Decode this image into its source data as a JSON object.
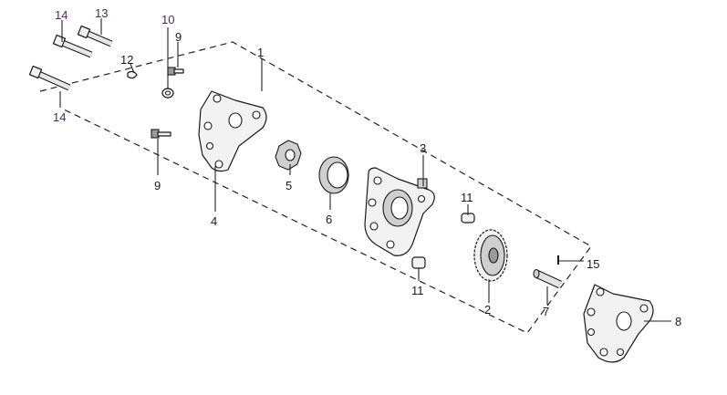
{
  "callouts": {
    "c1": "1",
    "c2": "2",
    "c3": "3",
    "c4": "4",
    "c5": "5",
    "c6": "6",
    "c7": "7",
    "c8": "8",
    "c9a": "9",
    "c9b": "9",
    "c10": "10",
    "c11a": "11",
    "c11b": "11",
    "c12": "12",
    "c13": "13",
    "c14a": "14",
    "c14b": "14",
    "c15": "15"
  },
  "colors": {
    "line": "#1a1a1a",
    "callout_text_purple": "#4a2a5e"
  }
}
